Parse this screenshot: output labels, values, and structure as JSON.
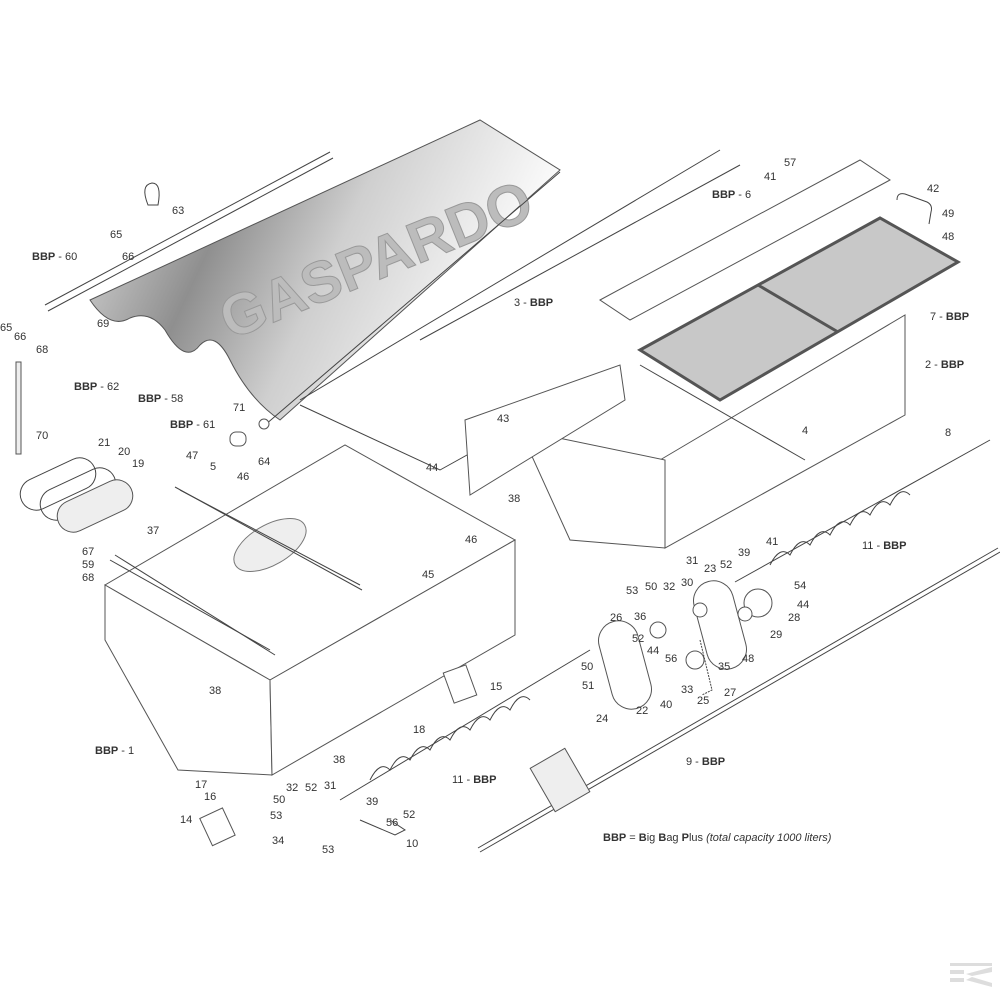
{
  "diagram": {
    "title_watermark": "GASPARDO",
    "labels": [
      "57",
      "41",
      "BBP - 6",
      "42",
      "49",
      "48",
      "7 - BBP",
      "2 - BBP",
      "63",
      "65",
      "66",
      "BBP - 60",
      "65",
      "66",
      "68",
      "69",
      "BBP - 62",
      "BBP - 58",
      "3 - BBP",
      "70",
      "71",
      "BBP - 61",
      "64",
      "43",
      "44",
      "38",
      "4",
      "8",
      "21",
      "20",
      "19",
      "47",
      "5",
      "46",
      "37",
      "46",
      "41",
      "11 - BBP",
      "67",
      "59",
      "68",
      "45",
      "31",
      "39",
      "23",
      "52",
      "54",
      "53",
      "50",
      "32",
      "30",
      "44",
      "26",
      "36",
      "28",
      "29",
      "52",
      "44",
      "56",
      "48",
      "35",
      "50",
      "15",
      "33",
      "27",
      "51",
      "25",
      "40",
      "22",
      "24",
      "38",
      "18",
      "38",
      "BBP - 1",
      "11 - BBP",
      "9 - BBP",
      "17",
      "32",
      "52",
      "31",
      "16",
      "50",
      "39",
      "53",
      "52",
      "14",
      "56",
      "34",
      "10",
      "53"
    ],
    "footnote": {
      "abbr": "BBP",
      "equals": " = ",
      "b1": "B",
      "t1": "ig ",
      "b2": "B",
      "t2": "ag ",
      "b3": "P",
      "t3": "lus ",
      "note": "(total capacity 1000 liters)"
    },
    "brand_logo": "K",
    "colors": {
      "line": "#444444",
      "panel": "#d9d9d9",
      "cover_dark": "#8a8a8a"
    }
  }
}
